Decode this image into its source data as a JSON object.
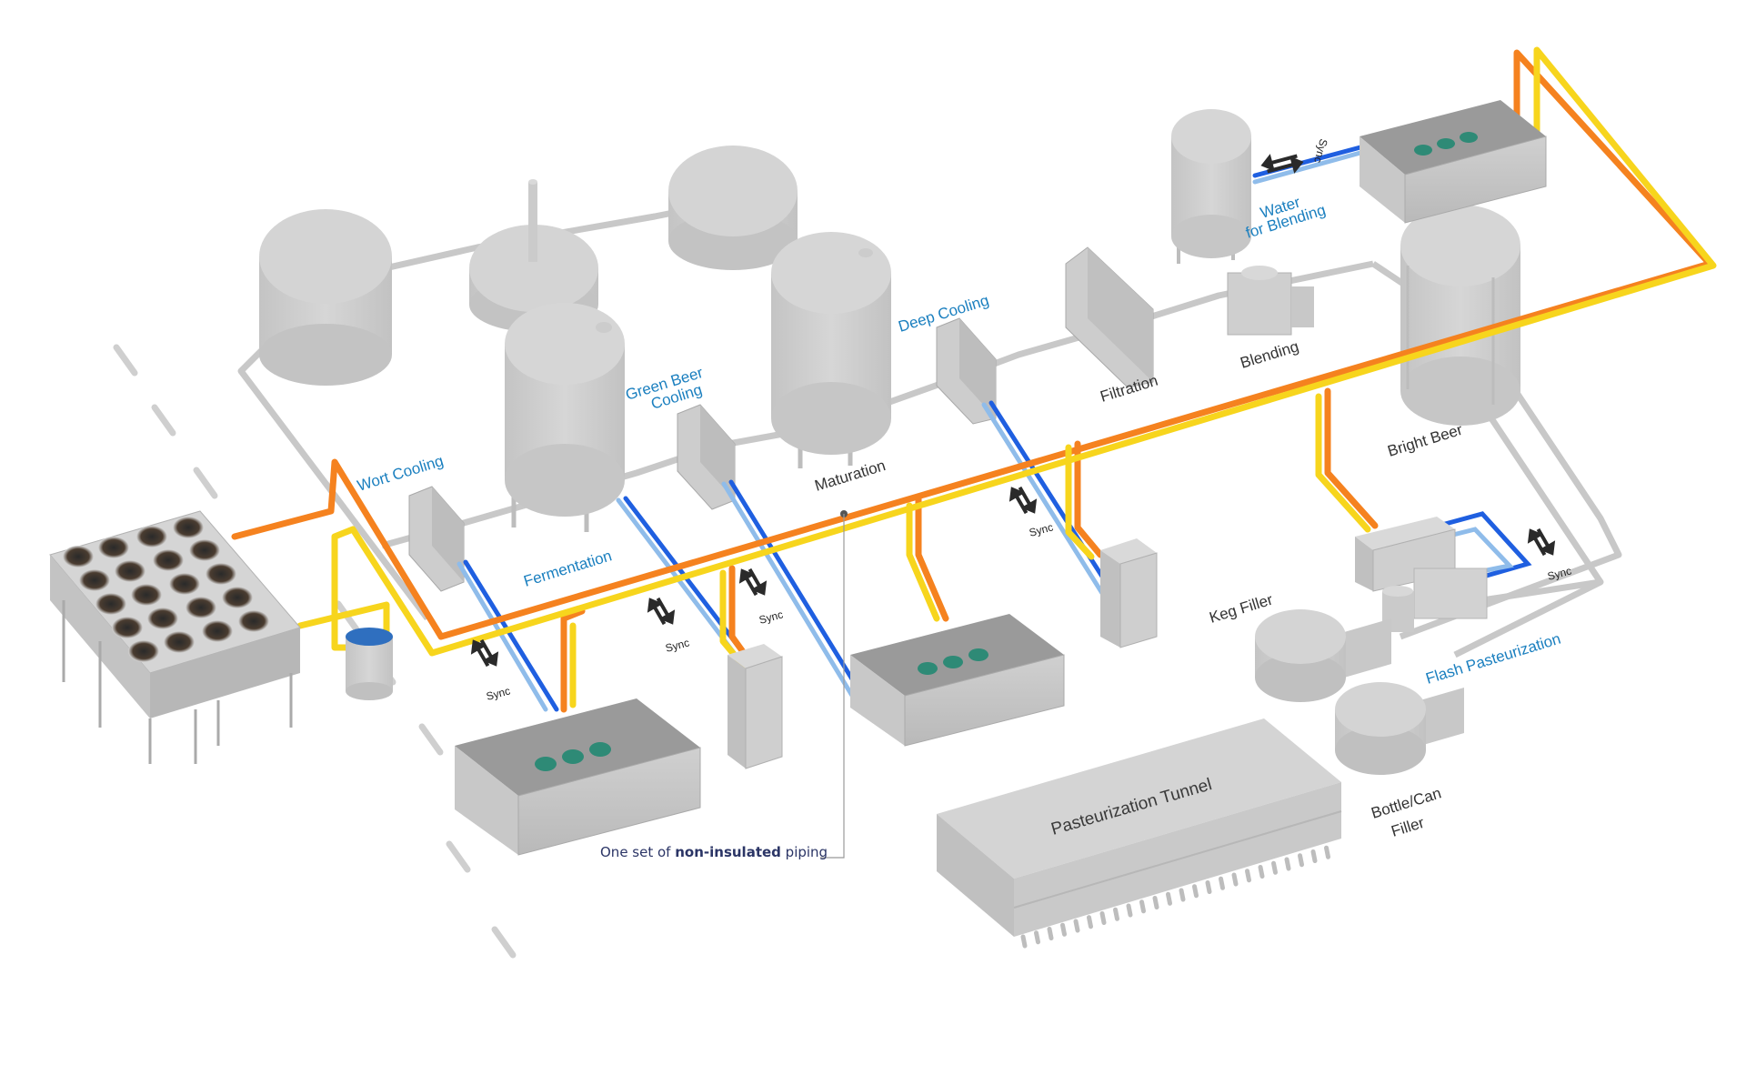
{
  "colors": {
    "process_label": "#1a7fbf",
    "equipment_label": "#333333",
    "hot_pipe": "#f5821f",
    "warm_pipe": "#f7d51d",
    "cold_pipe_dark": "#1f5fe0",
    "cold_pipe_light": "#8fbcea",
    "product_pipe": "#c8c8c8",
    "equipment_gray": "#cfcfcf",
    "note_text": "#2b3566"
  },
  "labels": {
    "wort_cooling": "Wort Cooling",
    "fermentation": "Fermentation",
    "green_beer_cooling_line1": "Green Beer",
    "green_beer_cooling_line2": "Cooling",
    "maturation": "Maturation",
    "deep_cooling": "Deep Cooling",
    "filtration": "Filtration",
    "blending": "Blending",
    "water_for_blending_line1": "Water",
    "water_for_blending_line2": "for Blending",
    "bright_beer": "Bright Beer",
    "keg_filler": "Keg Filler",
    "flash_pasteurization": "Flash Pasteurization",
    "bottle_can_filler_line1": "Bottle/Can",
    "bottle_can_filler_line2": "Filler",
    "pasteurization_tunnel": "Pasteurization Tunnel"
  },
  "sync_labels": [
    "Sync",
    "Sync",
    "Sync",
    "Sync",
    "Sync",
    "Sync"
  ],
  "note": {
    "prefix": "One set of ",
    "bold": "non-insulated",
    "suffix": " piping"
  },
  "icons": {
    "sync_arrows": "bidirectional-arrows",
    "dry_cooler": "fan-array",
    "chiller_container": "chiller-unit",
    "chiller_cabinet": "chiller-cabinet"
  }
}
